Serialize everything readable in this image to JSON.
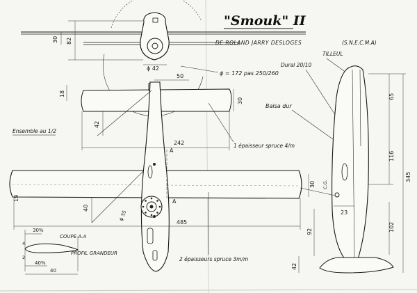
{
  "title": "\"Smouk\" II",
  "author": "DE ROLAND JARRY DESLOGES",
  "org": "(S.N.E.C.M.A)",
  "labels": {
    "tilleul": "TILLEUL",
    "dural": "Dural 20/10",
    "prop": "ϕ = 172 pas 250/260",
    "balsa": "Balsa dur",
    "ensemble": "Ensemble au 1/2",
    "spruce4": "1 épaisseur spruce 4/m",
    "spruce3": "2 épaisseurs spruce 3m/m",
    "coupe": "COUPE A.A",
    "profil": "PROFIL GRANDEUR",
    "cg": "C.G.",
    "sectionA1": "A",
    "sectionA2": "A",
    "phi42": "ϕ 42",
    "phi35": "ϕ 35"
  },
  "dimensions": {
    "d30_top": "30",
    "d82": "82",
    "d50": "50",
    "d18": "18",
    "d42_tail": "42",
    "d30_stab": "30",
    "d242": "242",
    "d19": "19",
    "d40_wing": "40",
    "d485": "485",
    "d30_tip": "30",
    "d65": "65",
    "d116": "116",
    "d345": "345",
    "d23": "23",
    "d92": "92",
    "d102": "102",
    "d42_side": "42",
    "d30pct": "30%",
    "d40pct": "40%",
    "d40_chord": "40",
    "d2": "2",
    "d4": "4"
  }
}
